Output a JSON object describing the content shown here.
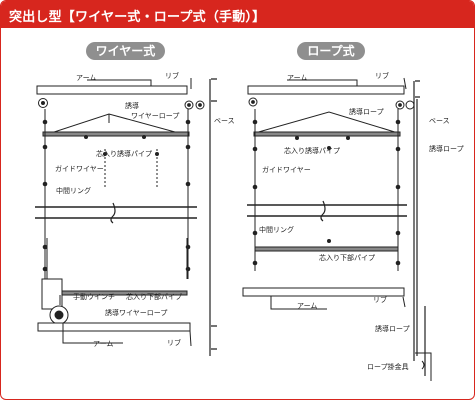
{
  "header": {
    "title": "突出し型【ワイヤー式・ロープ式（手動）】",
    "color": "#d7261e"
  },
  "panels": {
    "wire": {
      "title": "ワイヤー式",
      "labels": {
        "arm_top": "アーム",
        "rib_top": "リブ",
        "guide": "誘導",
        "wire_rope": "ワイヤーロープ",
        "base": "ベース",
        "core_pipe": "芯入り誘導パイプ",
        "guide_wire": "ガイドワイヤー",
        "middle_ring": "中間リング",
        "hand_winch": "手動ウインチ",
        "bottom_pipe": "芯入り下部パイプ",
        "guide_wire_rope": "誘導ワイヤーロープ",
        "arm_bottom": "アーム",
        "rib_bottom": "リブ"
      }
    },
    "rope": {
      "title": "ロープ式",
      "labels": {
        "arm_top": "アーム",
        "rib_top": "リブ",
        "guide_rope": "誘導ロープ",
        "base": "ベース",
        "guide_rope_right": "誘導ロープ",
        "core_pipe": "芯入り誘導パイプ",
        "guide_wire": "ガイドワイヤー",
        "middle_ring": "中間リング",
        "bottom_pipe": "芯入り下部パイプ",
        "arm_bottom": "アーム",
        "rib_bottom": "リブ",
        "guide_rope_bottom": "誘導ロープ",
        "rope_hook": "ロープ掛金具"
      }
    }
  }
}
